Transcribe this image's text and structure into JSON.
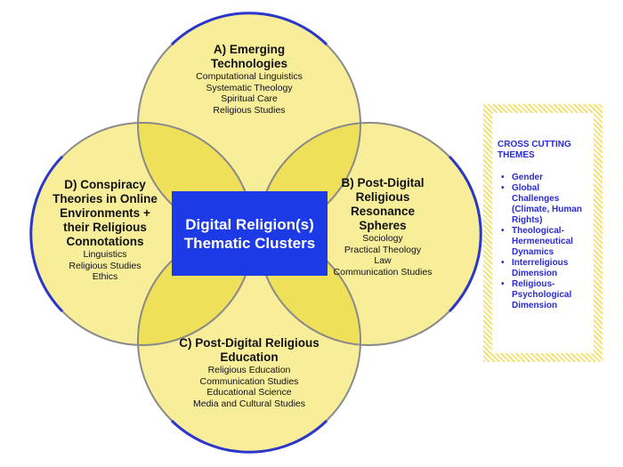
{
  "center": {
    "line1": "Digital Religion(s)",
    "line2": "Thematic Clusters"
  },
  "clusters": {
    "a": {
      "title": [
        "A) Emerging",
        "Technologies"
      ],
      "items": [
        "Computational Linguistics",
        "Systematic Theology",
        "Spiritual Care",
        "Religious Studies"
      ]
    },
    "b": {
      "title": [
        "B) Post-Digital",
        "Religious",
        "Resonance",
        "Spheres"
      ],
      "items": [
        "Sociology",
        "Practical Theology",
        "Law",
        "Communication Studies"
      ]
    },
    "c": {
      "title": [
        "C) Post-Digital Religious",
        "Education"
      ],
      "items": [
        "Religious Education",
        "Communication Studies",
        "Educational Science",
        "Media and Cultural Studies"
      ]
    },
    "d": {
      "title": [
        "D) Conspiracy",
        "Theories in Online",
        "Environments +",
        "their Religious",
        "Connotations"
      ],
      "items": [
        "Linguistics",
        "Religious Studies",
        "Ethics"
      ]
    }
  },
  "cross_cutting": {
    "title": [
      "CROSS CUTTING",
      "THEMES"
    ],
    "items": [
      [
        "Gender"
      ],
      [
        "Global",
        "Challenges",
        "(Climate, Human",
        "Rights)"
      ],
      [
        "Theological-",
        "Hermeneutical",
        "Dynamics"
      ],
      [
        "Interreligious",
        "Dimension"
      ],
      [
        "Religious-",
        "Psychological",
        "Dimension"
      ]
    ]
  },
  "colors": {
    "circle_fill": "#f8ee9a",
    "overlap_fill": "#efe05a",
    "circle_stroke": "#2a37c8",
    "center_fill": "#1c3ae6",
    "cross_text": "#2a2ad0"
  }
}
